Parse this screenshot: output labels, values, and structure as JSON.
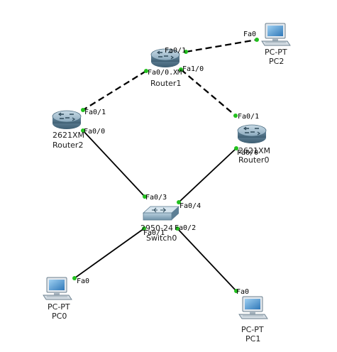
{
  "devices": {
    "router1": {
      "model": "",
      "model_label": "Fa0/0.XM",
      "name": "Router1"
    },
    "router2": {
      "model": "2621XM",
      "name": "Router2"
    },
    "router0": {
      "model": "2621XM",
      "name": "Router0"
    },
    "switch0": {
      "model": "2950-24",
      "name": "Switch0"
    },
    "pc0": {
      "type": "PC-PT",
      "name": "PC0"
    },
    "pc1": {
      "type": "PC-PT",
      "name": "PC1"
    },
    "pc2": {
      "type": "PC-PT",
      "name": "PC2"
    }
  },
  "ports": {
    "r1_fa01": "Fa0/1",
    "r1_fa00": "Fa0/0",
    "r1_fa10": "Fa1/0",
    "pc2_fa0": "Fa0",
    "r2_fa01": "Fa0/1",
    "r2_fa00": "Fa0/0",
    "r0_fa01": "Fa0/1",
    "r0_fa00": "Fa0/0",
    "sw_fa03": "Fa0/3",
    "sw_fa04": "Fa0/4",
    "sw_fa01": "Fa0/1",
    "sw_fa02": "Fa0/2",
    "pc0_fa0": "Fa0",
    "pc1_fa0": "Fa0"
  },
  "colors": {
    "link_endpoint": "#22c01e",
    "router_body": "#7aa0b8",
    "switch_body": "#8fb0c4",
    "pc_screen": "#4a8fc4"
  }
}
